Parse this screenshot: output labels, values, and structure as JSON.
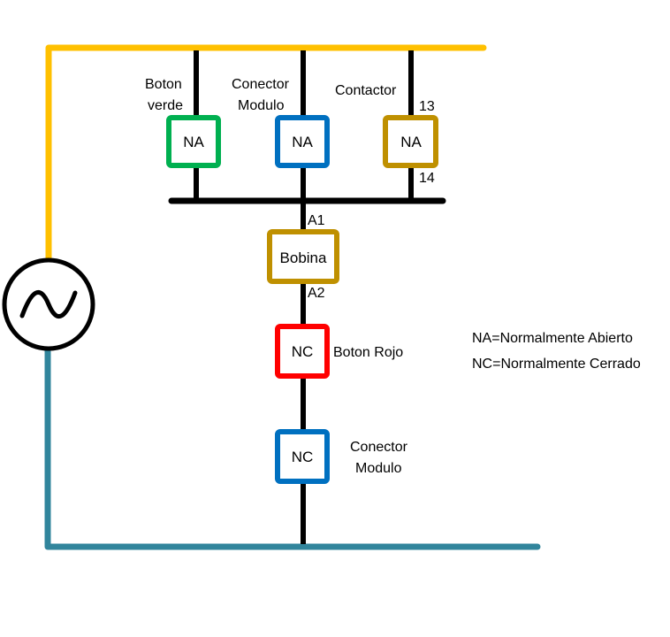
{
  "diagram": {
    "type": "electrical-schematic",
    "colors": {
      "phase_line": "#ffc000",
      "neutral_line": "#31859c",
      "wire": "#000000",
      "green": "#00b050",
      "blue": "#0070c0",
      "gold": "#bf9000",
      "red": "#ff0000"
    },
    "source": {
      "name": "AC source",
      "icon": "ac-source-icon"
    },
    "contacts_parallel": [
      {
        "label_lines": [
          "Boton",
          "verde"
        ],
        "box_text": "NA",
        "color": "#00b050"
      },
      {
        "label_lines": [
          "Conector",
          "Modulo"
        ],
        "box_text": "NA",
        "color": "#0070c0"
      },
      {
        "label_lines": [
          "Contactor"
        ],
        "box_text": "NA",
        "color": "#bf9000",
        "terminal_top": "13",
        "terminal_bottom": "14"
      }
    ],
    "coil": {
      "box_text": "Bobina",
      "terminal_top": "A1",
      "terminal_bottom": "A2",
      "color": "#bf9000"
    },
    "series_contacts": [
      {
        "box_text": "NC",
        "label_lines": [
          "Boton Rojo"
        ],
        "color": "#ff0000"
      },
      {
        "box_text": "NC",
        "label_lines": [
          "Conector",
          "Modulo"
        ],
        "color": "#0070c0"
      }
    ],
    "legend": [
      "NA=Normalmente Abierto",
      "NC=Normalmente Cerrado"
    ]
  }
}
